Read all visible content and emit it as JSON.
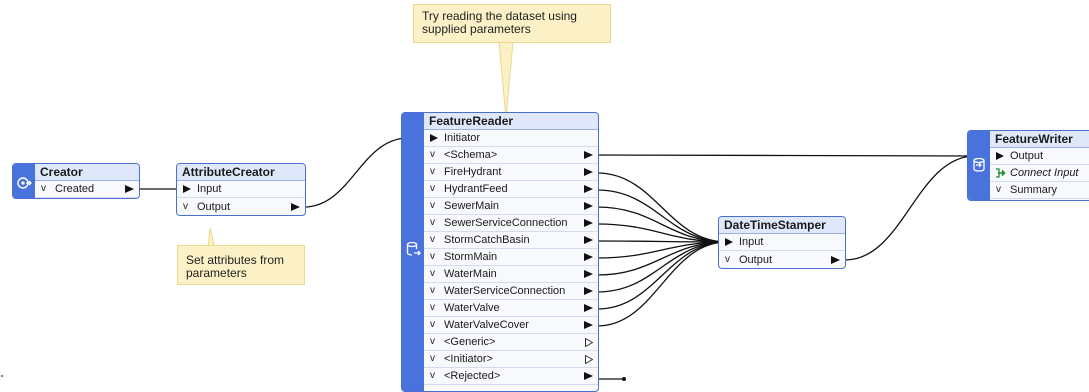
{
  "colors": {
    "node_accent": "#4a72dc",
    "node_header": "#dfe8fb",
    "note_background": "#fcf1c6",
    "wire": "#111111"
  },
  "creator": {
    "title": "Creator",
    "ports": [
      "Created"
    ]
  },
  "attribute_creator": {
    "title": "AttributeCreator",
    "input": "Input",
    "output": "Output"
  },
  "note_attributes": {
    "text": "Set attributes from parameters"
  },
  "note_reader": {
    "text": "Try reading the dataset using supplied parameters"
  },
  "feature_reader": {
    "title": "FeatureReader",
    "input": "Initiator",
    "ports": [
      "<Schema>",
      "FireHydrant",
      "HydrantFeed",
      "SewerMain",
      "SewerServiceConnection",
      "StormCatchBasin",
      "StormMain",
      "WaterMain",
      "WaterServiceConnection",
      "WaterValve",
      "WaterValveCover",
      "<Generic>",
      "<Initiator>",
      "<Rejected>"
    ]
  },
  "datetime_stamper": {
    "title": "DateTimeStamper",
    "input": "Input",
    "output": "Output"
  },
  "feature_writer": {
    "title": "FeatureWriter",
    "input": "Output",
    "connect": "Connect Input",
    "summary": "Summary"
  }
}
